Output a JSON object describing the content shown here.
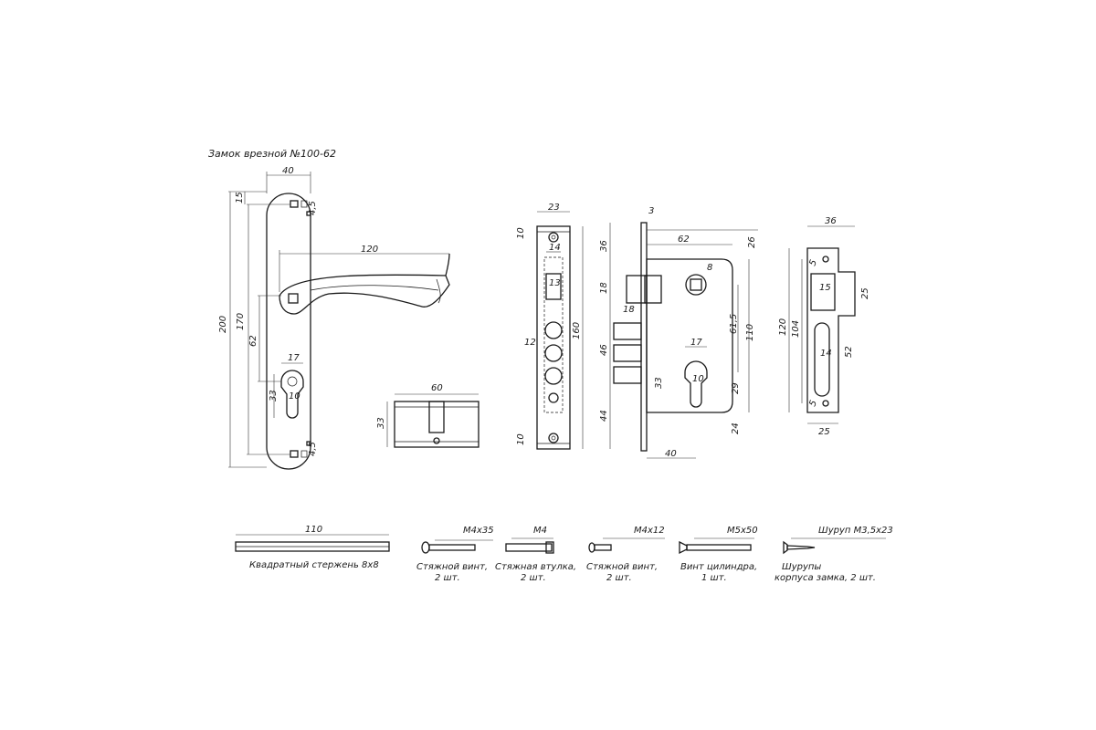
{
  "title": "Замок врезной №100-62",
  "handle_plate": {
    "dims": {
      "width": "40",
      "top_offset": "15",
      "hole": "4,5",
      "height": "200",
      "spacing": "170",
      "handle_len": "120",
      "cyl_to_handle": "62",
      "cyl_w": "17",
      "cyl_h": "33",
      "cyl_r": "10",
      "hole_bottom": "4,5"
    }
  },
  "cylinder": {
    "length": "60",
    "height": "33"
  },
  "faceplate": {
    "width": "23",
    "top": "10",
    "inner": "14",
    "latch": "13",
    "between": "12",
    "height": "160",
    "bottom": "10"
  },
  "lock_body": {
    "plate": "3",
    "width": "62",
    "top": "26",
    "front_top": "36",
    "latch": "18",
    "bolts": "18",
    "bolt_span": "46",
    "lower": "44",
    "spindle": "8",
    "cyl_w": "17",
    "cyl_r": "10",
    "cyl_h": "33",
    "height_a": "61,5",
    "height_b": "110",
    "cyl_off": "29",
    "bottom": "24",
    "backset": "40"
  },
  "strike": {
    "width": "36",
    "hole": "5",
    "latch": "15",
    "right": "25",
    "height": "120",
    "inner": "104",
    "bolt": "14",
    "bolt_h": "52",
    "bottom_hole": "5",
    "bottom_w": "25"
  },
  "parts": [
    {
      "label": "Квадратный стержень 8х8",
      "dim": "110"
    },
    {
      "label1": "Стяжной винт,",
      "label2": "2 шт.",
      "dim": "М4х35"
    },
    {
      "label1": "Стяжная втулка,",
      "label2": "2 шт.",
      "dim": "М4"
    },
    {
      "label1": "Стяжной винт,",
      "label2": "2 шт.",
      "dim": "М4х12"
    },
    {
      "label1": "Винт цилиндра,",
      "label2": "1 шт.",
      "dim": "М5х50"
    },
    {
      "label1": "Шурупы",
      "label2": "корпуса замка, 2 шт.",
      "dim": "Шуруп М3,5х23"
    }
  ]
}
